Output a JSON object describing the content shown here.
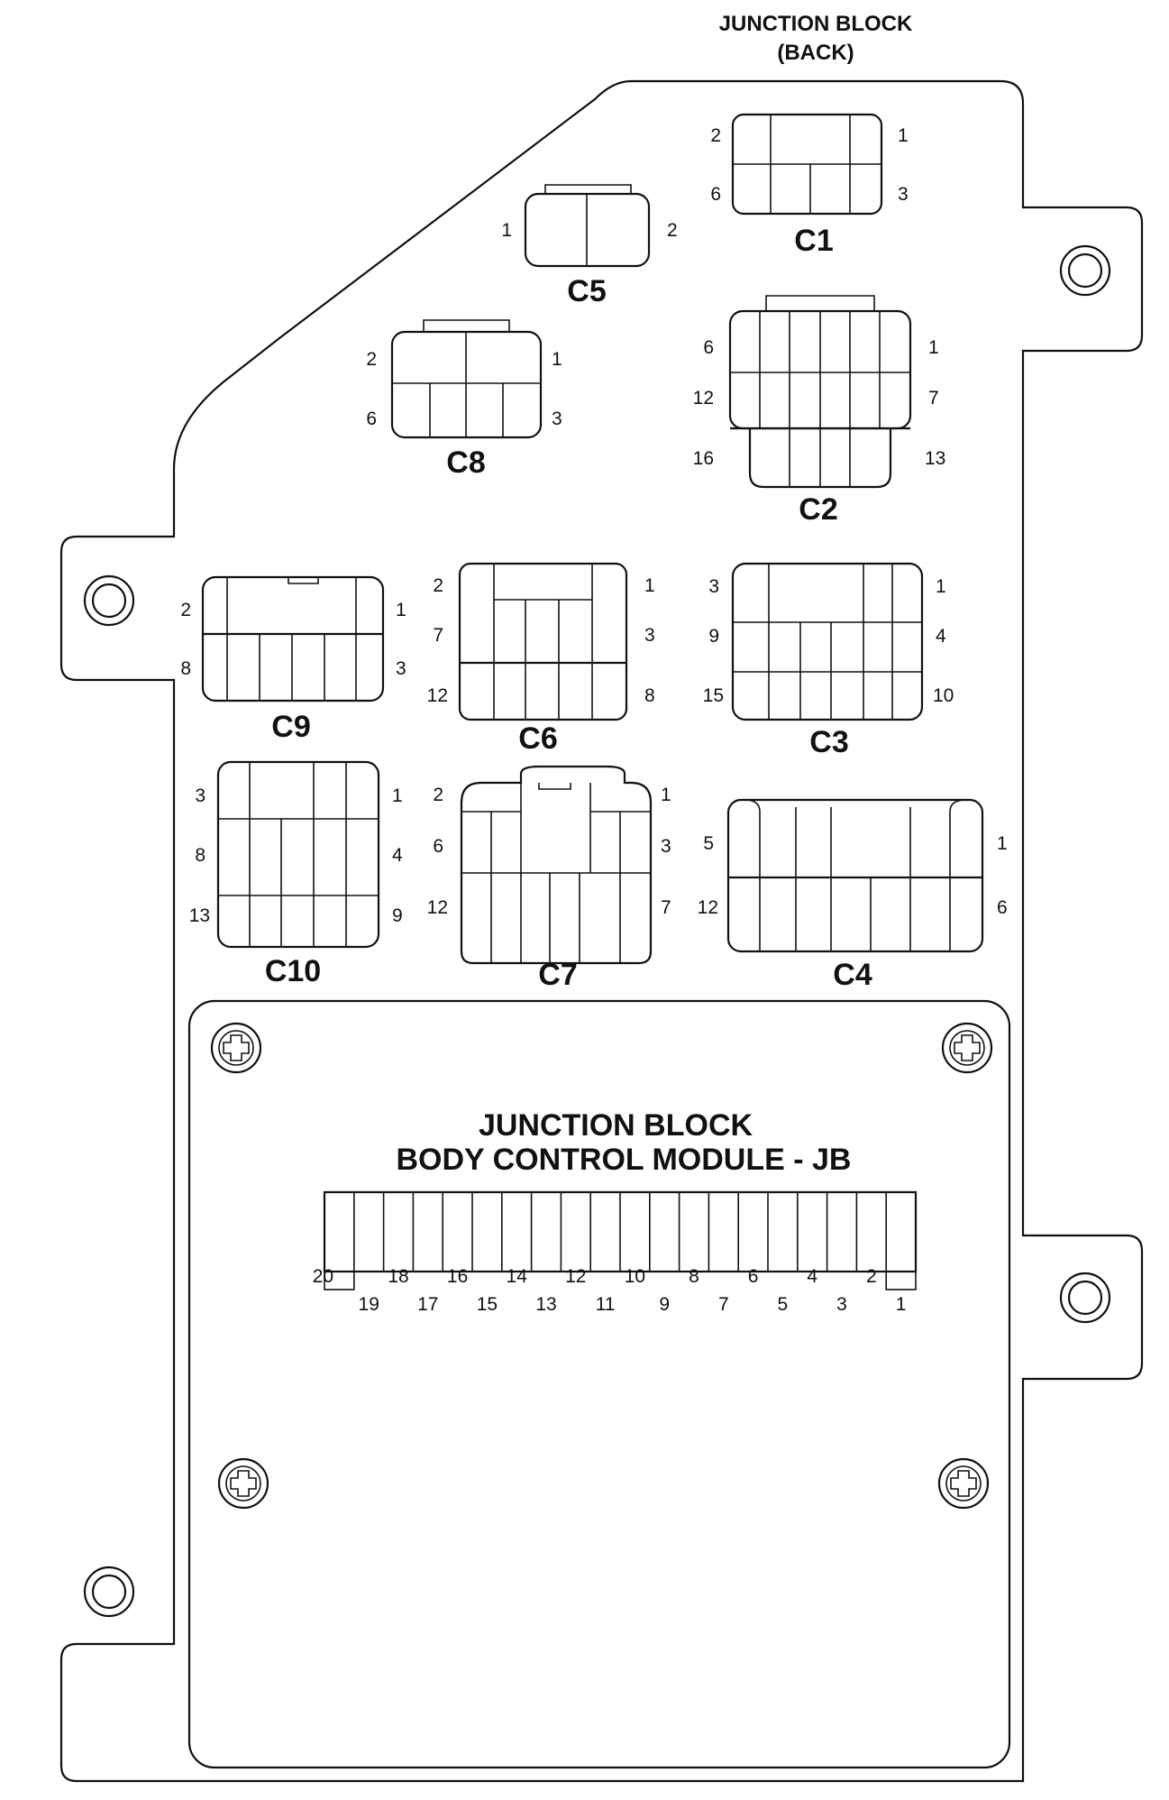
{
  "header": {
    "title_line1": "JUNCTION BLOCK",
    "title_line2": "(BACK)"
  },
  "module": {
    "title_line1": "JUNCTION BLOCK",
    "title_line2": "BODY CONTROL MODULE - JB"
  },
  "connectors": {
    "C1": {
      "label": "C1",
      "pins": [
        "2",
        "1",
        "6",
        "3"
      ]
    },
    "C5": {
      "label": "C5",
      "pins": [
        "1",
        "2"
      ]
    },
    "C8": {
      "label": "C8",
      "pins": [
        "2",
        "1",
        "6",
        "3"
      ]
    },
    "C2": {
      "label": "C2",
      "pins": [
        "6",
        "1",
        "12",
        "7",
        "16",
        "13"
      ]
    },
    "C9": {
      "label": "C9",
      "pins": [
        "2",
        "1",
        "8",
        "3"
      ]
    },
    "C6": {
      "label": "C6",
      "pins": [
        "2",
        "1",
        "7",
        "3",
        "12",
        "8"
      ]
    },
    "C3": {
      "label": "C3",
      "pins": [
        "3",
        "1",
        "9",
        "4",
        "15",
        "10"
      ]
    },
    "C10": {
      "label": "C10",
      "pins": [
        "3",
        "1",
        "8",
        "4",
        "13",
        "9"
      ]
    },
    "C7": {
      "label": "C7",
      "pins": [
        "2",
        "1",
        "6",
        "3",
        "12",
        "7"
      ]
    },
    "C4": {
      "label": "C4",
      "pins": [
        "5",
        "1",
        "12",
        "6"
      ]
    }
  },
  "bcm_pins": {
    "even": [
      "20",
      "18",
      "16",
      "14",
      "12",
      "10",
      "8",
      "6",
      "4",
      "2"
    ],
    "odd": [
      "19",
      "17",
      "15",
      "13",
      "11",
      "9",
      "7",
      "5",
      "3",
      "1"
    ]
  }
}
